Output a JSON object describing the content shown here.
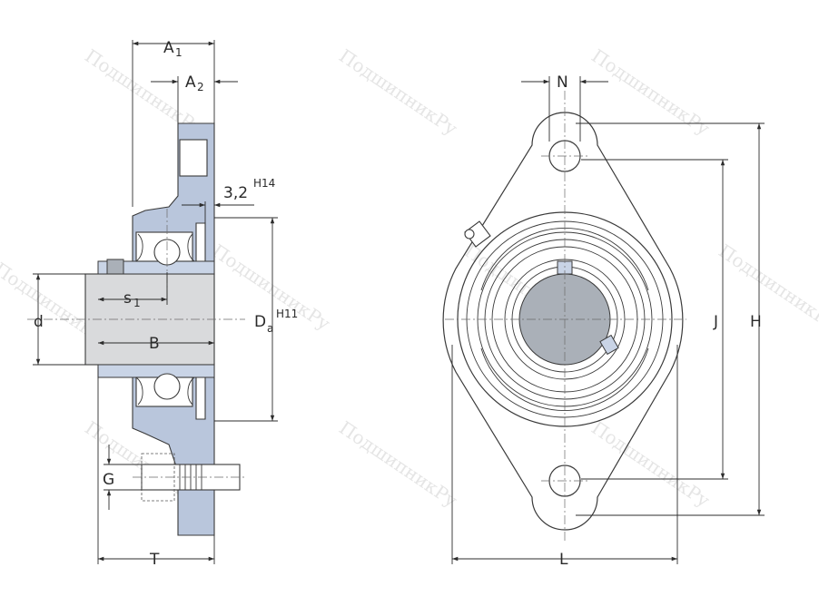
{
  "watermark": "ПодшипникРу",
  "side_view": {
    "labels": {
      "a1": "A",
      "a1_sub": "1",
      "a2": "A",
      "a2_sub": "2",
      "chamfer": "3,2",
      "chamfer_tol": "H14",
      "s1": "s",
      "s1_sub": "1",
      "d": "d",
      "b": "B",
      "da": "D",
      "da_sub": "a",
      "da_tol": "H11",
      "g": "G",
      "t": "T"
    }
  },
  "front_view": {
    "labels": {
      "n": "N",
      "j": "J",
      "h": "H",
      "l": "L"
    }
  },
  "colors": {
    "housing": "#b9c6dc",
    "shaft": "#d9dadc",
    "bore": "#a6abb2",
    "line": "#3a3a3a"
  }
}
